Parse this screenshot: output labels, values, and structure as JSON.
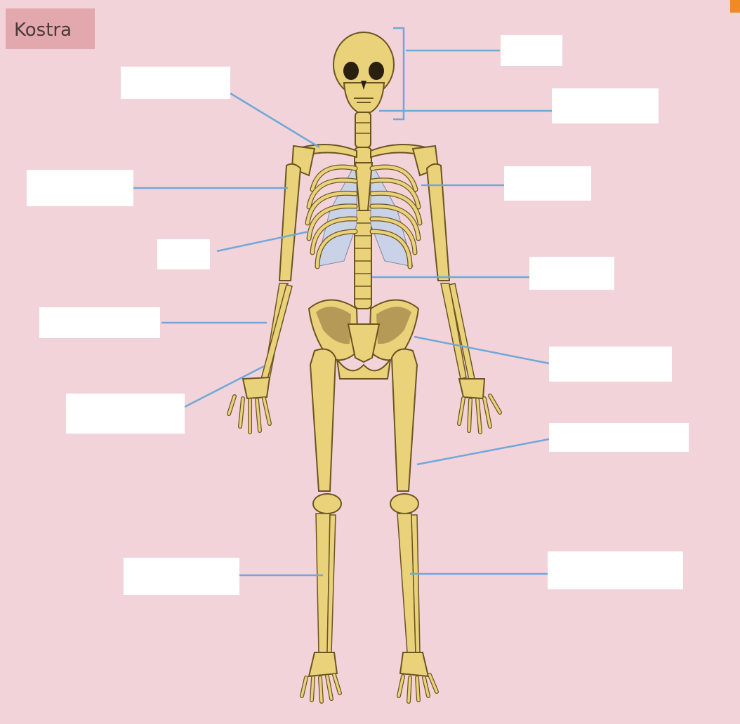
{
  "title": "Kostra",
  "colors": {
    "background": "#f3d3da",
    "title_tab": "#e2a8ad",
    "bone": "#e9d27a",
    "bone_outline": "#6b5420",
    "cartilage": "#c9d2e6",
    "pelvis_shade": "#8a6a3a",
    "leader_line": "#6fa8d8",
    "label_box": "#ffffff",
    "corner_mark": "#f08a24"
  },
  "label_boxes": [
    {
      "id": "lbl-1",
      "text": ""
    },
    {
      "id": "lbl-2",
      "text": ""
    },
    {
      "id": "lbl-3",
      "text": ""
    },
    {
      "id": "lbl-4",
      "text": ""
    },
    {
      "id": "lbl-5",
      "text": ""
    },
    {
      "id": "lbl-6",
      "text": ""
    },
    {
      "id": "lbl-7",
      "text": ""
    },
    {
      "id": "lbl-8",
      "text": ""
    },
    {
      "id": "lbl-9",
      "text": ""
    },
    {
      "id": "lbl-10",
      "text": ""
    },
    {
      "id": "lbl-11",
      "text": ""
    },
    {
      "id": "lbl-12",
      "text": ""
    },
    {
      "id": "lbl-13",
      "text": ""
    }
  ]
}
